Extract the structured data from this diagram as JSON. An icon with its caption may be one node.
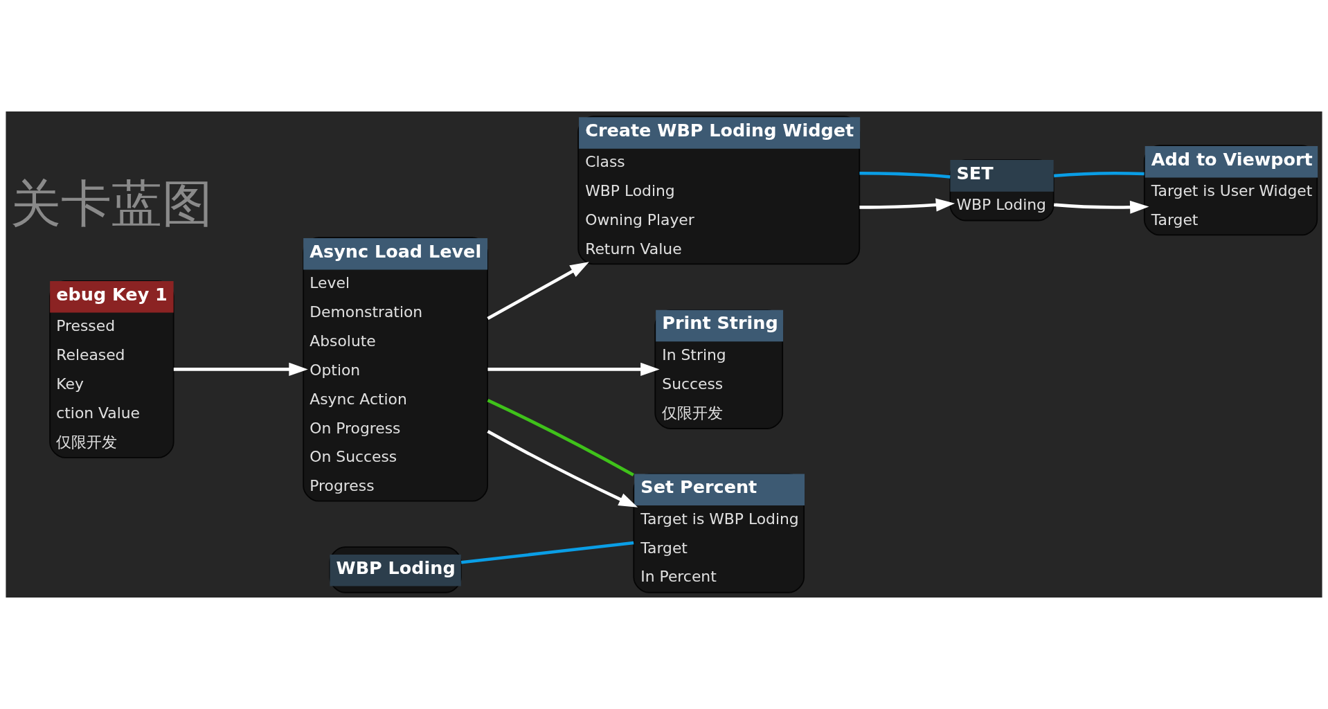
{
  "diagram": {
    "nodes": [
      {
        "text": [
          "ebug Key 1",
          "Pressed",
          "Released",
          "Key",
          "ction Value",
          "仅限开发"
        ]
      },
      {
        "text": [
          "Async Load Level",
          "Level",
          "Demonstration",
          "Absolute",
          "Option",
          "Async Action",
          "On Progress",
          "On Success",
          "Progress"
        ]
      },
      {
        "text": [
          "Create WBP Loding Widget",
          "Class",
          "WBP Loding",
          "Owning Player",
          "Return Value"
        ]
      },
      {
        "text": [
          "SET",
          "WBP Loding"
        ]
      },
      {
        "text": [
          "Add to Viewport",
          "Target is User Widget",
          "Target"
        ]
      },
      {
        "text": [
          "Set Percent",
          "Target is WBP Loding",
          "Target",
          "In Percent"
        ]
      },
      {
        "text": [
          "WBP Loding"
        ]
      },
      {
        "text": [
          "Print String",
          "In String",
          "Success",
          "仅限开发"
        ]
      }
    ],
    "edges": [
      {
        "from": 0,
        "to": 1,
        "arrow": "to"
      },
      {
        "from": 1,
        "to": 2,
        "arrow": "to"
      },
      {
        "from": 1,
        "to": 5,
        "arrow": "to"
      },
      {
        "from": 1,
        "to": 7,
        "arrow": "to"
      },
      {
        "from": 1,
        "to": 5,
        "arrow": "none",
        "color": "#3fc21a"
      },
      {
        "from": 2,
        "to": 3,
        "arrow": "to"
      },
      {
        "from": 2,
        "to": 3,
        "arrow": "none",
        "color": "#0a9ee6"
      },
      {
        "from": 3,
        "to": 4,
        "arrow": "to"
      },
      {
        "from": 3,
        "to": 4,
        "arrow": "none",
        "color": "#0a9ee6"
      },
      {
        "from": 6,
        "to": 5,
        "arrow": "none",
        "color": "#0a9ee6"
      }
    ],
    "labels": [
      "关卡蓝图"
    ]
  }
}
